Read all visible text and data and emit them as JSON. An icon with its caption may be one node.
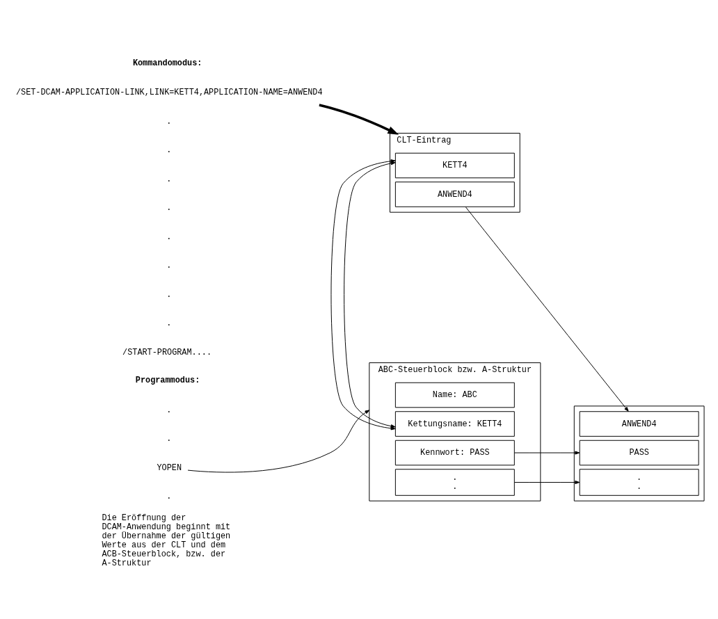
{
  "diagram": {
    "nodes": [
      {
        "text": [
          "/SET-DCAM-APPLICATION-LINK,LINK=KETT4,APPLICATION-NAME=ANWEND4"
        ]
      },
      {
        "text": [
          "CLT-Eintrag"
        ]
      },
      {
        "text": [
          "KETT4"
        ],
        "in": 1
      },
      {
        "text": [
          "ANWEND4"
        ],
        "in": 1
      },
      {
        "text": [
          "YOPEN"
        ]
      },
      {
        "text": [
          "ABC-Steuerblock bzw. A-Struktur"
        ]
      },
      {
        "text": [
          "Name: ABC"
        ],
        "in": 5
      },
      {
        "text": [
          "Kettungsname: KETT4"
        ],
        "in": 5
      },
      {
        "text": [
          "Kennwort: PASS"
        ],
        "in": 5
      },
      {
        "text": [
          ".",
          "."
        ],
        "in": 5
      },
      {
        "text": [],
        "shape": "box"
      },
      {
        "text": [
          "ANWEND4"
        ],
        "in": 10
      },
      {
        "text": [
          "PASS"
        ],
        "in": 10
      },
      {
        "text": [
          ".",
          "."
        ],
        "in": 10
      }
    ],
    "edges": [
      {
        "from": 0,
        "to": 1,
        "arrow": "to",
        "style": "thick"
      },
      {
        "from": 4,
        "to": 5,
        "arrow": "to"
      },
      {
        "from": 2,
        "to": 7,
        "arrow": "both"
      },
      {
        "from": 3,
        "to": 11,
        "arrow": "to"
      },
      {
        "from": 8,
        "to": 12,
        "arrow": "to"
      },
      {
        "from": 9,
        "to": 13,
        "arrow": "to"
      }
    ],
    "labels": [
      "Kommandomodus:",
      ".",
      ".",
      ".",
      ".",
      ".",
      ".",
      ".",
      ".",
      "/START-PROGRAM....",
      "Programmodus:",
      ".",
      ".",
      ".",
      "Die Eröffnung der DCAM-Anwendung beginnt mit der Übernahme der gültigen Werte aus der CLT und dem ACB-Steuerblock, bzw. der A-Struktur"
    ]
  }
}
